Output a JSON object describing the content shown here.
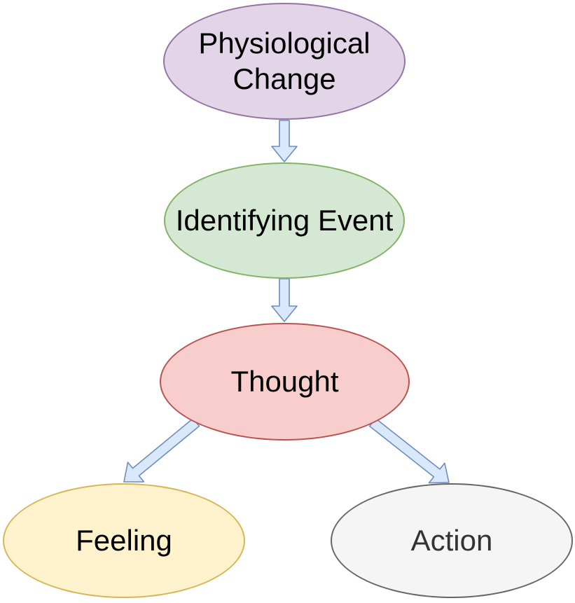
{
  "diagram": {
    "type": "flowchart",
    "background": "#FFFFFF",
    "nodes": [
      {
        "id": "physiological-change",
        "label": "Physiological Change",
        "shape": "ellipse",
        "fill": "#E1D5E7",
        "border": "#9673A6",
        "text_color": "#000000"
      },
      {
        "id": "identifying-event",
        "label": "Identifying Event",
        "shape": "ellipse",
        "fill": "#D5E8D4",
        "border": "#82B366",
        "text_color": "#000000"
      },
      {
        "id": "thought",
        "label": "Thought",
        "shape": "ellipse",
        "fill": "#F8CECC",
        "border": "#B85450",
        "text_color": "#000000"
      },
      {
        "id": "feeling",
        "label": "Feeling",
        "shape": "ellipse",
        "fill": "#FFF2CC",
        "border": "#D6B656",
        "text_color": "#000000"
      },
      {
        "id": "action",
        "label": "Action",
        "shape": "ellipse",
        "fill": "#F5F5F5",
        "border": "#666666",
        "text_color": "#333333"
      }
    ],
    "edges": [
      {
        "from": "physiological-change",
        "to": "identifying-event",
        "style": "block-arrow"
      },
      {
        "from": "identifying-event",
        "to": "thought",
        "style": "block-arrow"
      },
      {
        "from": "thought",
        "to": "feeling",
        "style": "block-arrow"
      },
      {
        "from": "thought",
        "to": "action",
        "style": "block-arrow"
      }
    ],
    "arrow_style": {
      "fill": "#DAE8FC",
      "stroke": "#6C8EBF"
    }
  }
}
